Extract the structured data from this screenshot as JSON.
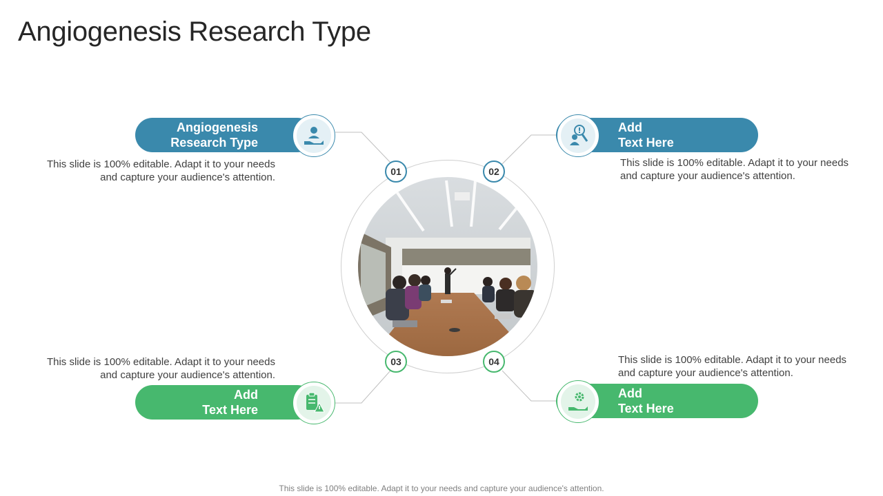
{
  "title": "Angiogenesis Research Type",
  "items": [
    {
      "number": "01",
      "label_line1": "Angiogenesis",
      "label_line2": "Research Type",
      "desc_line1": "This slide is 100% editable. Adapt it to your needs",
      "desc_line2": "and capture your audience's attention.",
      "icon": "hand-with-person-icon",
      "color": "#3a89ac"
    },
    {
      "number": "02",
      "label_line1": "Add",
      "label_line2": "Text Here",
      "desc_line1": "This slide is 100% editable. Adapt it to your needs",
      "desc_line2": "and capture your audience's attention.",
      "icon": "person-search-alert-icon",
      "color": "#3a89ac"
    },
    {
      "number": "03",
      "label_line1": "Add",
      "label_line2": "Text Here",
      "desc_line1": "This slide is 100% editable. Adapt it to your needs",
      "desc_line2": "and capture your audience's attention.",
      "icon": "clipboard-warning-icon",
      "color": "#47b86e"
    },
    {
      "number": "04",
      "label_line1": "Add",
      "label_line2": "Text Here",
      "desc_line1": "This slide is 100% editable. Adapt it to your needs",
      "desc_line2": "and capture your audience's attention.",
      "icon": "hand-with-gear-icon",
      "color": "#47b86e"
    }
  ],
  "center_image": "conference-room-photo",
  "footer": "This slide is 100% editable. Adapt it to your needs and capture your audience's attention."
}
